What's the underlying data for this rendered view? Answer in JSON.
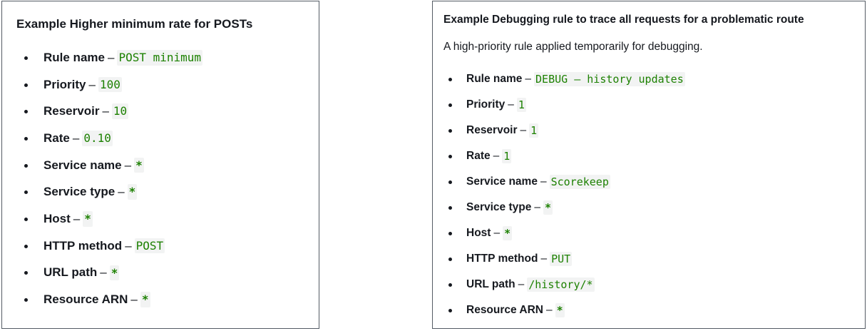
{
  "left_example": {
    "title": "Example Higher minimum rate for POSTs",
    "rules": [
      {
        "label": "Rule name",
        "sep": "–",
        "value": "POST minimum"
      },
      {
        "label": "Priority",
        "sep": "–",
        "value": "100"
      },
      {
        "label": "Reservoir",
        "sep": "–",
        "value": "10"
      },
      {
        "label": "Rate",
        "sep": "–",
        "value": "0.10"
      },
      {
        "label": "Service name",
        "sep": "–",
        "value": "*"
      },
      {
        "label": "Service type",
        "sep": "–",
        "value": "*"
      },
      {
        "label": "Host",
        "sep": "–",
        "value": "*"
      },
      {
        "label": "HTTP method",
        "sep": "–",
        "value": "POST"
      },
      {
        "label": "URL path",
        "sep": "–",
        "value": "*"
      },
      {
        "label": "Resource ARN",
        "sep": "–",
        "value": "*"
      }
    ]
  },
  "right_example": {
    "title": "Example Debugging rule to trace all requests for a problematic route",
    "description": "A high-priority rule applied temporarily for debugging.",
    "rules": [
      {
        "label": "Rule name",
        "sep": "–",
        "value": "DEBUG – history updates"
      },
      {
        "label": "Priority",
        "sep": "–",
        "value": "1"
      },
      {
        "label": "Reservoir",
        "sep": "–",
        "value": "1"
      },
      {
        "label": "Rate",
        "sep": "–",
        "value": "1"
      },
      {
        "label": "Service name",
        "sep": "–",
        "value": "Scorekeep"
      },
      {
        "label": "Service type",
        "sep": "–",
        "value": "*"
      },
      {
        "label": "Host",
        "sep": "–",
        "value": "*"
      },
      {
        "label": "HTTP method",
        "sep": "–",
        "value": "PUT"
      },
      {
        "label": "URL path",
        "sep": "–",
        "value": "/history/*"
      },
      {
        "label": "Resource ARN",
        "sep": "–",
        "value": "*"
      }
    ]
  },
  "colors": {
    "code_text": "#1d8102",
    "code_background": "#f2f3f3",
    "border": "#545b64",
    "text": "#16191f"
  }
}
